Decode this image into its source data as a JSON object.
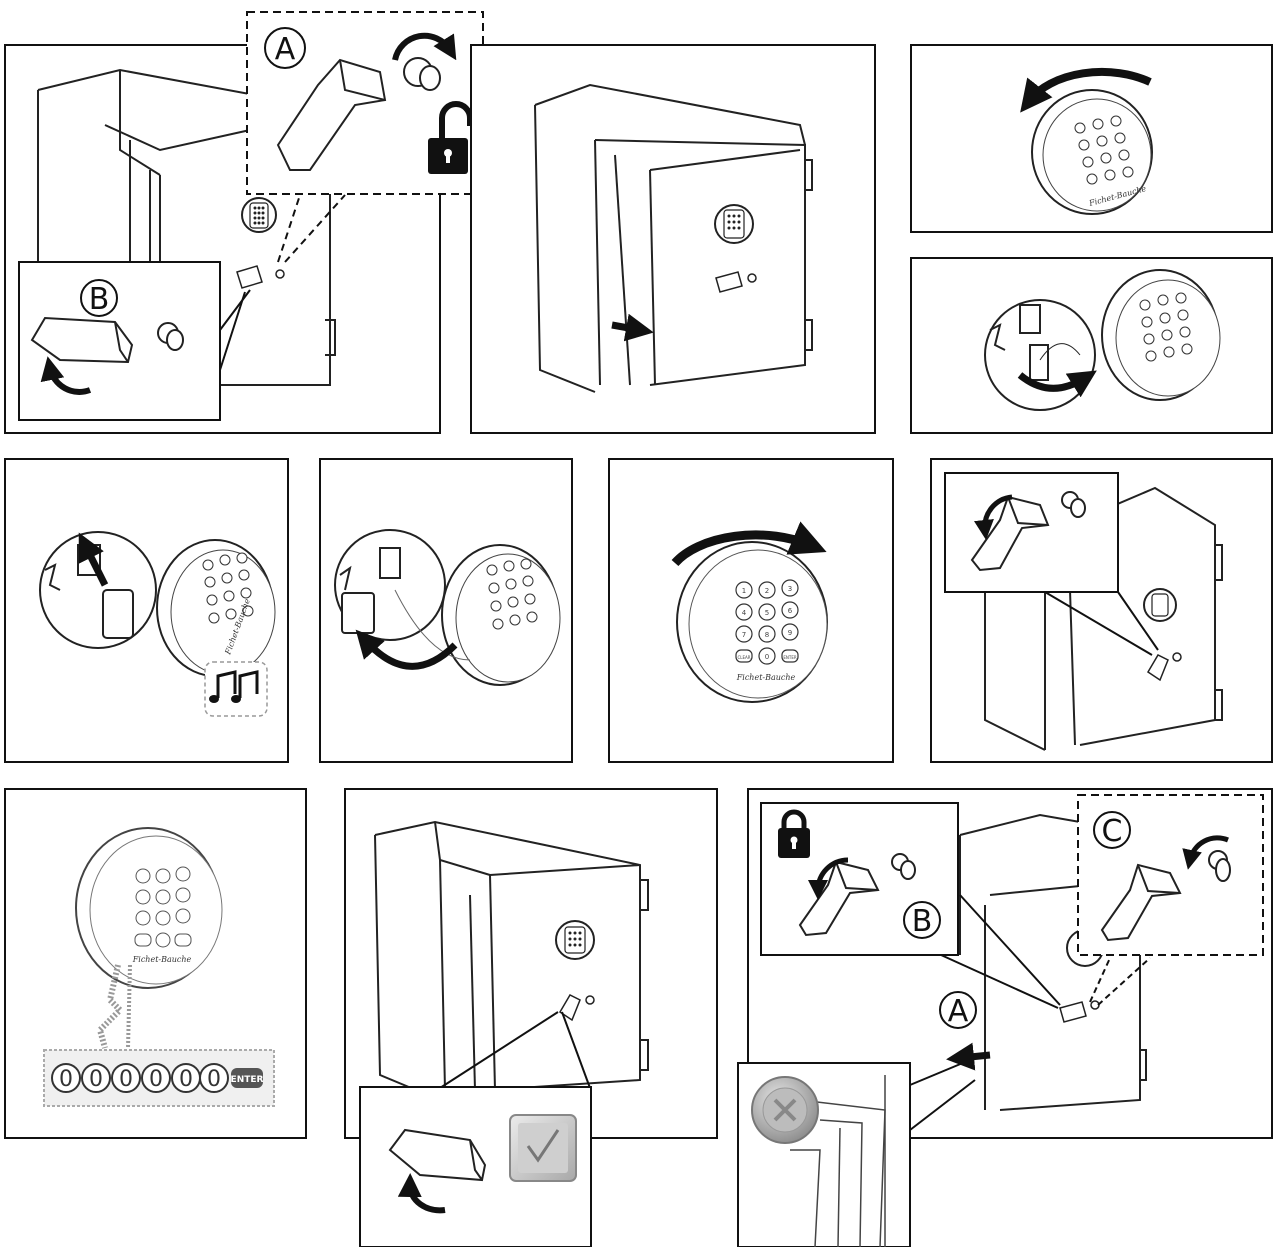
{
  "title": "",
  "callouts": {
    "a1": "A",
    "b1": "B",
    "a2": "A",
    "b2": "B",
    "c1": "C"
  },
  "keypad": {
    "brand": "Fichet-Bauche",
    "clear_key": "CLEAR",
    "enter_key": "ENTER",
    "keys": [
      "1",
      "2",
      "3",
      "4",
      "5",
      "6",
      "7",
      "8",
      "9",
      "0"
    ]
  },
  "code_display": {
    "digits": [
      "0",
      "0",
      "0",
      "0",
      "0",
      "0"
    ],
    "enter_label": "ENTER"
  },
  "icons": {
    "unlock": "open-padlock-icon",
    "lock": "closed-padlock-icon",
    "sound": "music-notes-icon",
    "ok": "checkmark-icon",
    "error": "cross-icon"
  },
  "colors": {
    "line": "#111111",
    "shade": "#d8d8d8",
    "check_bg": "#bdbdbd",
    "cross_bg": "#9c9c9c"
  }
}
